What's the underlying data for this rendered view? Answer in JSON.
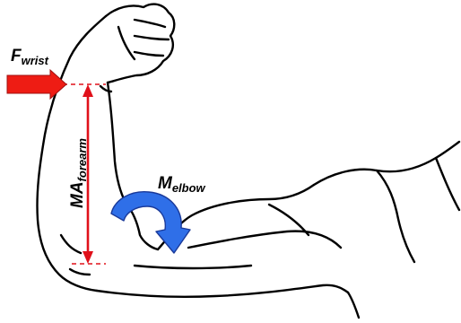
{
  "labels": {
    "wrist_force": {
      "main": "F",
      "sub": "wrist"
    },
    "elbow_moment": {
      "main": "M",
      "sub": "elbow"
    },
    "moment_arm": {
      "main": "MA",
      "sub": "forearm"
    }
  },
  "colors": {
    "force_arrow": "#ee1c14",
    "moment_arrow": "#2f6fe8",
    "moment_arm_line": "#e0101a",
    "outline": "#000000"
  }
}
